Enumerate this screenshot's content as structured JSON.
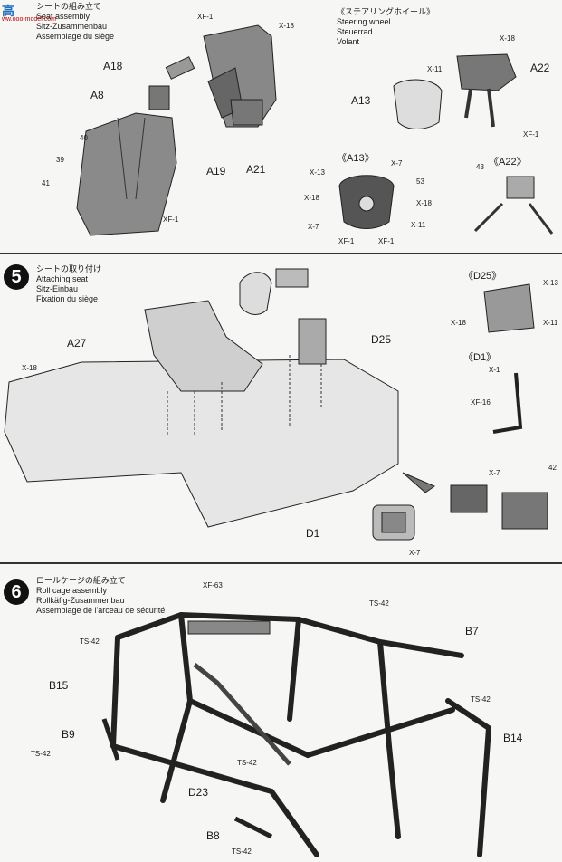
{
  "watermark": {
    "logo": "高",
    "site": "ww.ooo-model.com"
  },
  "step4": {
    "seat_title": [
      "シートの組み立て",
      "Seat assembly",
      "Sitz-Zusammenbau",
      "Assemblage du siège"
    ],
    "wheel_title": [
      "《ステアリングホイール》",
      "Steering wheel",
      "Steuerrad",
      "Volant"
    ],
    "parts": [
      "XF-1",
      "X-18",
      "A18",
      "A8",
      "40",
      "39",
      "41",
      "XF-1",
      "A19",
      "A21",
      "X-18",
      "X-11",
      "A22",
      "A13",
      "XF-1",
      "《A13》",
      "X-13",
      "X-7",
      "53",
      "X-18",
      "X-18",
      "X-7",
      "X-11",
      "XF-1",
      "XF-1",
      "《A22》",
      "43"
    ]
  },
  "step5": {
    "num": "5",
    "title": [
      "シートの取り付け",
      "Attaching seat",
      "Sitz-Einbau",
      "Fixation du siège"
    ],
    "parts": [
      "A27",
      "X-18",
      "D25",
      "D1",
      "X-7",
      "《D25》",
      "X-13",
      "X-18",
      "X-11",
      "《D1》",
      "X-1",
      "XF-16",
      "X-7",
      "42"
    ]
  },
  "step6": {
    "num": "6",
    "title": [
      "ロールケージの組み立て",
      "Roll cage assembly",
      "Rollkäfig-Zusammenbau",
      "Assemblage de l'arceau de sécurité"
    ],
    "parts": [
      "XF-63",
      "TS-42",
      "TS-42",
      "B7",
      "B15",
      "TS-42",
      "B9",
      "TS-42",
      "TS-42",
      "B14",
      "D23",
      "B8",
      "TS-42"
    ]
  }
}
